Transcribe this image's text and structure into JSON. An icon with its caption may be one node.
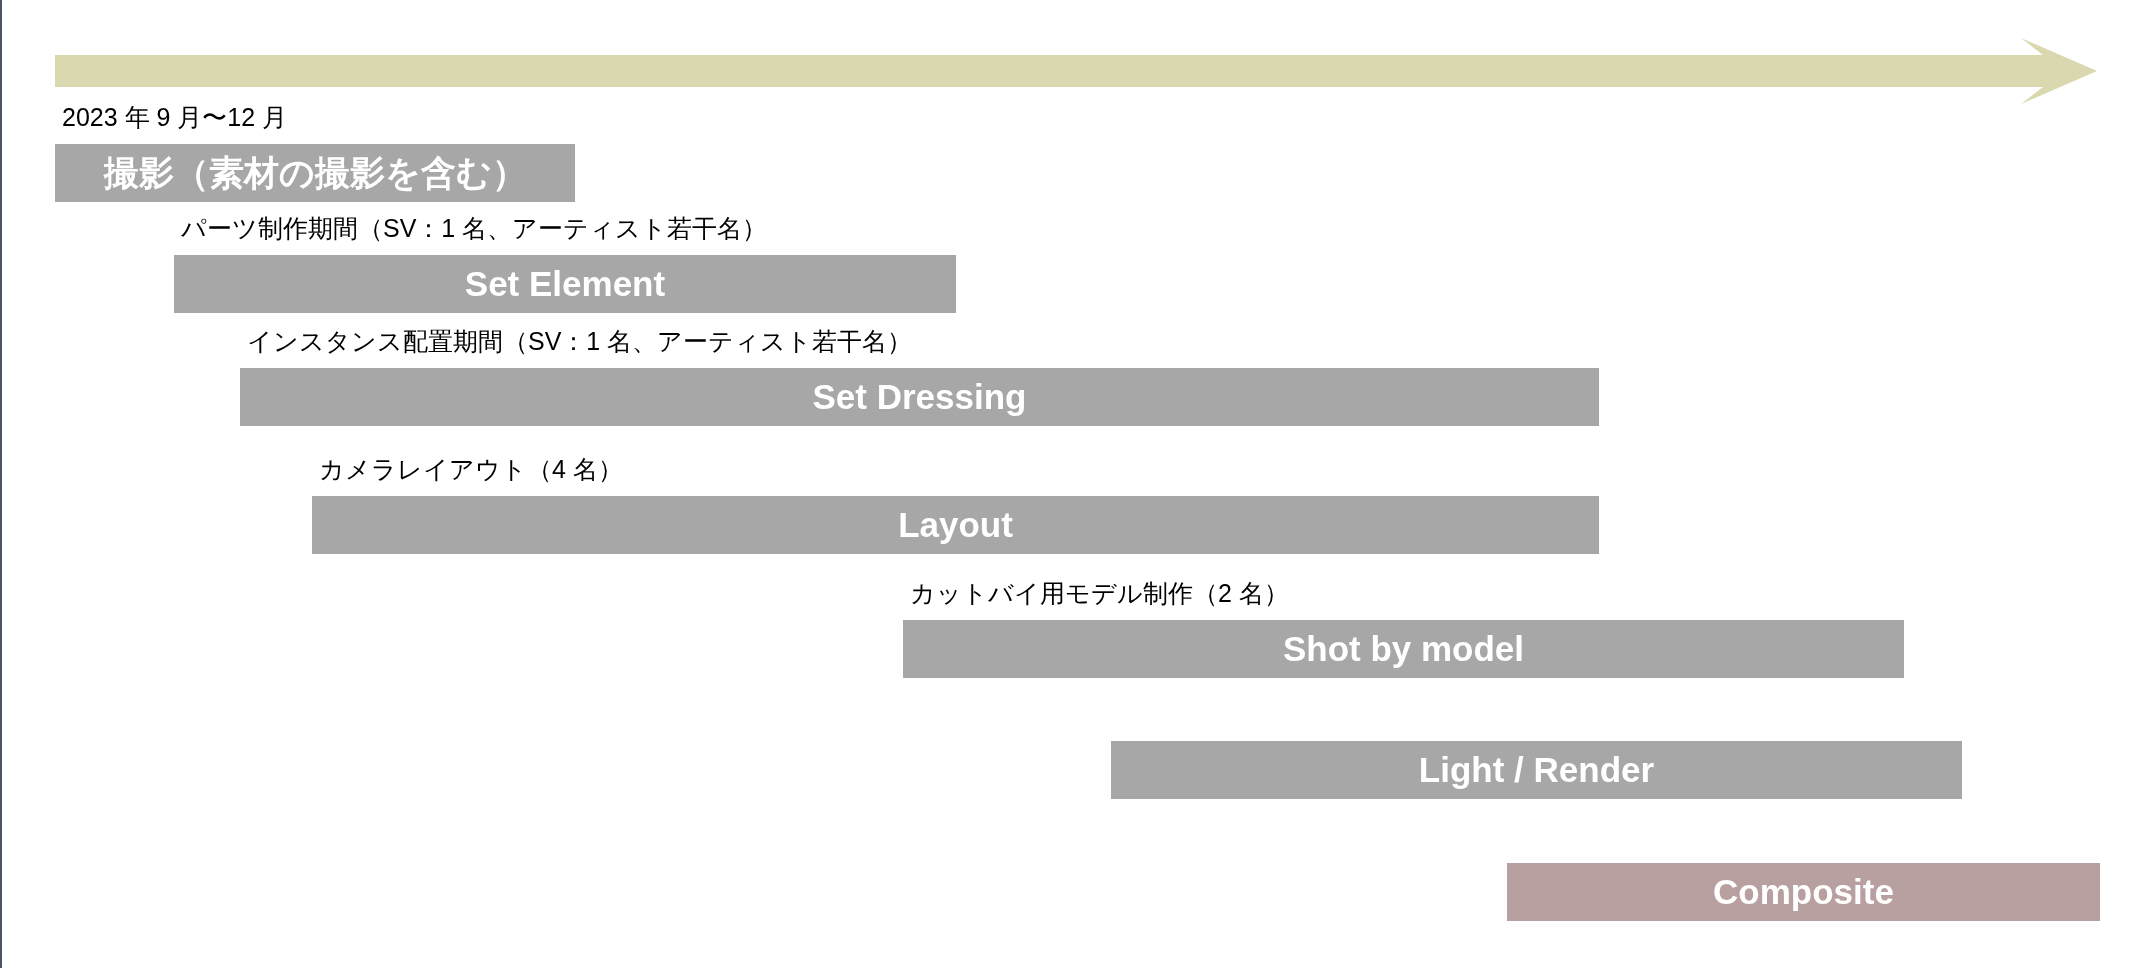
{
  "diagram": {
    "nodes": [
      {
        "text": [
          "撮影（素材の撮影を含む）"
        ],
        "beside": [
          "2023 年 9 月〜12 月"
        ]
      },
      {
        "text": [
          "Set Element"
        ],
        "beside": [
          "パーツ制作期間（SV：1 名、アーティスト若干名）"
        ]
      },
      {
        "text": [
          "Set Dressing"
        ],
        "beside": [
          "インスタンス配置期間（SV：1 名、アーティスト若干名）"
        ]
      },
      {
        "text": [
          "Layout"
        ],
        "beside": [
          "カメラレイアウト（4 名）"
        ]
      },
      {
        "text": [
          "Shot by model"
        ],
        "beside": [
          "カットバイ用モデル制作（2 名）"
        ]
      },
      {
        "text": [
          "Light / Render"
        ]
      },
      {
        "text": [
          "Composite"
        ]
      }
    ],
    "edges": []
  }
}
